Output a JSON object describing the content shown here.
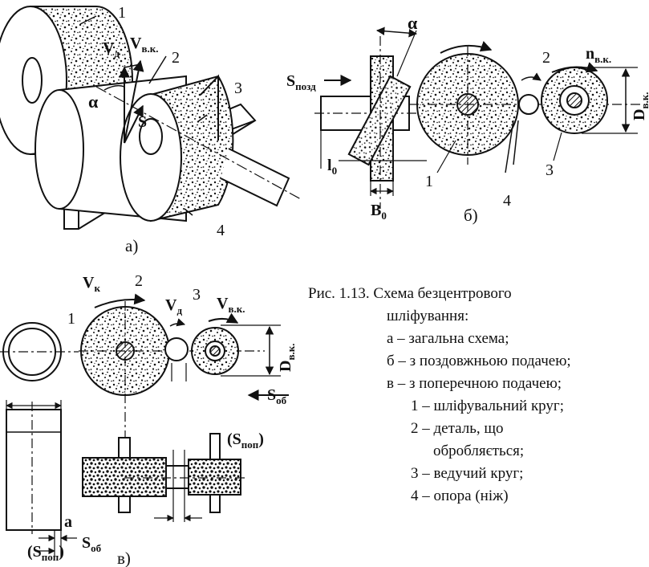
{
  "caption": {
    "title_line1": "Рис. 1.13. Схема безцентрового",
    "title_line2": "шліфування:",
    "items": [
      "а – загальна схема;",
      "б – з поздовжньою подачею;",
      "в – з поперечною подачею;",
      "1 – шліфувальний круг;",
      "2 – деталь, що",
      "обробляється;",
      "3 – ведучий круг;",
      "4 – опора (ніж)"
    ]
  },
  "panel_a": {
    "label": "а)",
    "num1": "1",
    "num2": "2",
    "num3": "3",
    "num4": "4",
    "vd_main": "V",
    "vd_sub": "д",
    "vvk_main": "V",
    "vvk_sub": "в.к.",
    "alpha": "α",
    "s": "S"
  },
  "panel_b": {
    "label": "б)",
    "alpha": "α",
    "s_main": "S",
    "s_sub": "позд",
    "l0_main": "l",
    "l0_sub": "0",
    "b0_main": "B",
    "b0_sub": "0",
    "nvk_main": "n",
    "nvk_sub": "в.к.",
    "dvk_main": "D",
    "dvk_sub": "в.к.",
    "num1": "1",
    "num2": "2",
    "num3": "3",
    "num4": "4"
  },
  "panel_c": {
    "label": "в)",
    "vk_main": "V",
    "vk_sub": "к",
    "vd_main": "V",
    "vd_sub": "д",
    "vvk_main": "V",
    "vvk_sub": "в.к.",
    "dvk_main": "D",
    "dvk_sub": "в.к.",
    "sob_main": "S",
    "sob_sub": "об",
    "spop_main": "(S",
    "spop_sub": "поп",
    "spop_close": ")",
    "a_label": "a",
    "sob2_main": "S",
    "sob2_sub": "об",
    "spop2_main": "(S",
    "spop2_sub": "поп",
    "spop2_close": ")",
    "num1": "1",
    "num2": "2",
    "num3": "3"
  }
}
